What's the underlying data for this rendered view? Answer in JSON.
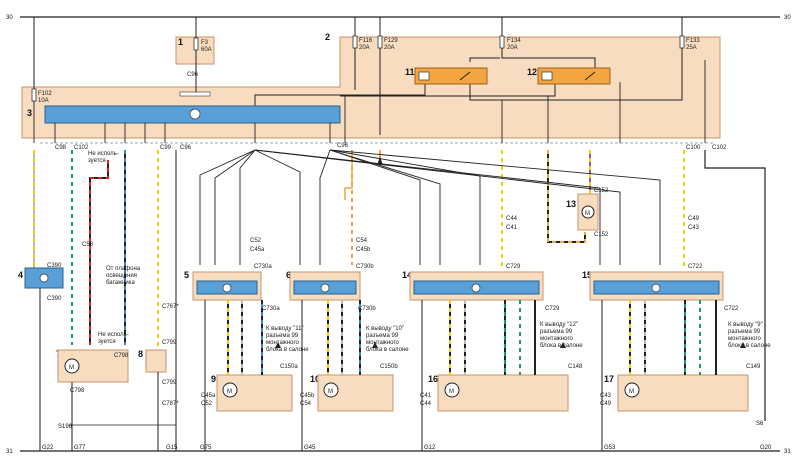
{
  "rails": {
    "top_left": "30",
    "top_right": "30",
    "bottom_left": "31",
    "bottom_right": "31"
  },
  "components": [
    {
      "id": "1"
    },
    {
      "id": "2"
    },
    {
      "id": "3"
    },
    {
      "id": "4"
    },
    {
      "id": "5"
    },
    {
      "id": "6"
    },
    {
      "id": "7"
    },
    {
      "id": "8"
    },
    {
      "id": "9"
    },
    {
      "id": "10"
    },
    {
      "id": "11"
    },
    {
      "id": "12"
    },
    {
      "id": "13"
    },
    {
      "id": "14"
    },
    {
      "id": "15"
    },
    {
      "id": "16"
    },
    {
      "id": "17"
    }
  ],
  "fuses": [
    {
      "name": "F3",
      "rating": "60A"
    },
    {
      "name": "F116",
      "rating": "20A"
    },
    {
      "name": "F129",
      "rating": "20A"
    },
    {
      "name": "F134",
      "rating": "20A"
    },
    {
      "name": "F133",
      "rating": "25A"
    },
    {
      "name": "F102",
      "rating": "10A"
    }
  ],
  "connectors": {
    "c96a": "C96",
    "c96b": "C96",
    "c96c": "C96",
    "c98": "C98",
    "c102a": "C102",
    "c102b": "C102",
    "c99": "C99",
    "c100": "C100",
    "c390a": "C390",
    "c390b": "C390",
    "c58": "C58",
    "c767": "C767*",
    "c798": "C798",
    "c798b": "C798",
    "c799": "C799",
    "c799b": "C799",
    "c787": "C787*",
    "c52": "C52",
    "c45a": "C45a",
    "c54": "C54",
    "c45b": "C45b",
    "c730a": "C730a",
    "c730b": "C730b",
    "c730a2": "C730a",
    "c730b2": "C730b",
    "c150a": "C150a",
    "c150b": "C150b",
    "c45a2": "C45a",
    "c52b": "C52",
    "c45b2": "C45b",
    "c54b": "C54",
    "c44": "C44",
    "c41": "C41",
    "c729": "C729",
    "c729b": "C729",
    "c148": "C148",
    "c41b": "C41",
    "c44b": "C44",
    "c49": "C49",
    "c43": "C43",
    "c722": "C722",
    "c722b": "C722",
    "c149": "C149",
    "c43b": "C43",
    "c49b": "C49",
    "c152a": "C152",
    "c152b": "C152"
  },
  "grounds": [
    "G22",
    "G77",
    "G15",
    "G75",
    "G45",
    "G12",
    "G53",
    "G20",
    "S196",
    "S6"
  ],
  "notes": {
    "not_used_1": "Не исполь-\nзуется",
    "not_used_2": "Не исполь-\nзуется",
    "lamp": "От плафона\nосвещения\nбагажника",
    "note_11": "К выводу \"11\"\nразъема 99\nмонтажного\nблока в салоне",
    "note_10": "К выводу \"10\"\nразъема 99\nмонтажного\nблока в салоне",
    "note_12": "К выводу \"12\"\nразъема 99\nмонтажного\nблока в салоне",
    "note_9": "К выводу \"9\"\nразъема 99\nмонтажного\nблока в салоне"
  },
  "colors": {
    "box_fill": "#f8dcc0",
    "box_stroke": "#c8946a",
    "module_blue": "#5aa0d8",
    "relay_orange": "#f3a640",
    "wire_black": "#222222"
  }
}
